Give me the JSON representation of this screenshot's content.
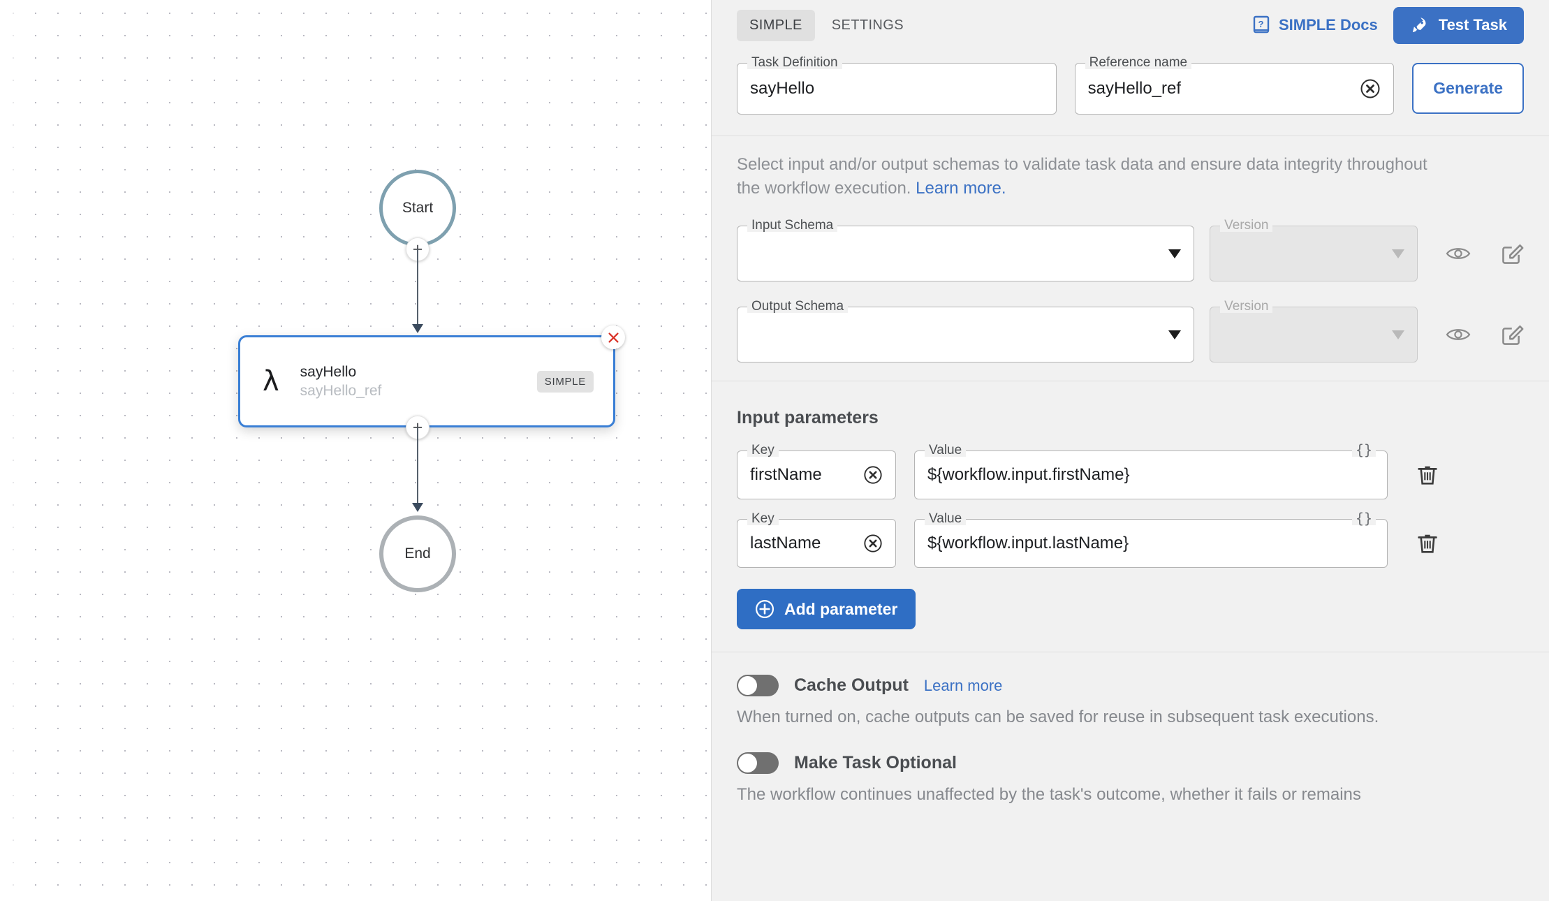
{
  "canvas": {
    "start_node": "Start",
    "end_node": "End",
    "task": {
      "icon": "lambda-icon",
      "title": "sayHello",
      "reference": "sayHello_ref",
      "badge": "SIMPLE"
    },
    "add_button_label": "+",
    "remove_button": "close-icon"
  },
  "panel": {
    "tabs": [
      {
        "label": "SIMPLE",
        "active": true
      },
      {
        "label": "SETTINGS",
        "active": false
      }
    ],
    "docs_link": "SIMPLE Docs",
    "test_button": "Test Task",
    "definition": {
      "task_definition_legend": "Task Definition",
      "task_definition_value": "sayHello",
      "reference_name_legend": "Reference name",
      "reference_name_value": "sayHello_ref",
      "generate_button": "Generate"
    },
    "schema": {
      "description_line1": "Select input and/or output schemas to validate task data and ensure data integrity",
      "description_line2": "throughout the workflow execution.",
      "learn_more": "Learn more.",
      "input_legend": "Input Schema",
      "input_value": "",
      "output_legend": "Output Schema",
      "output_value": "",
      "version_legend": "Version",
      "version_value": ""
    },
    "input_parameters": {
      "title": "Input parameters",
      "key_legend": "Key",
      "value_legend": "Value",
      "json_badge": "{}",
      "rows": [
        {
          "key": "firstName",
          "value": "${workflow.input.firstName}"
        },
        {
          "key": "lastName",
          "value": "${workflow.input.lastName}"
        }
      ],
      "add_button": "Add parameter"
    },
    "options": {
      "cache": {
        "label": "Cache Output",
        "learn_more": "Learn more",
        "description": "When turned on, cache outputs can be saved for reuse in subsequent task executions.",
        "enabled": false
      },
      "optional": {
        "label": "Make Task Optional",
        "description": "The workflow continues unaffected by the task's outcome, whether it fails or remains",
        "enabled": false
      }
    }
  },
  "colors": {
    "accent": "#3b71c4",
    "panel_bg": "#f1f1f1",
    "node_border": "#3a7fd5",
    "start_ring": "#7ea0af",
    "end_ring": "#acb1b5",
    "danger": "#d93025"
  }
}
